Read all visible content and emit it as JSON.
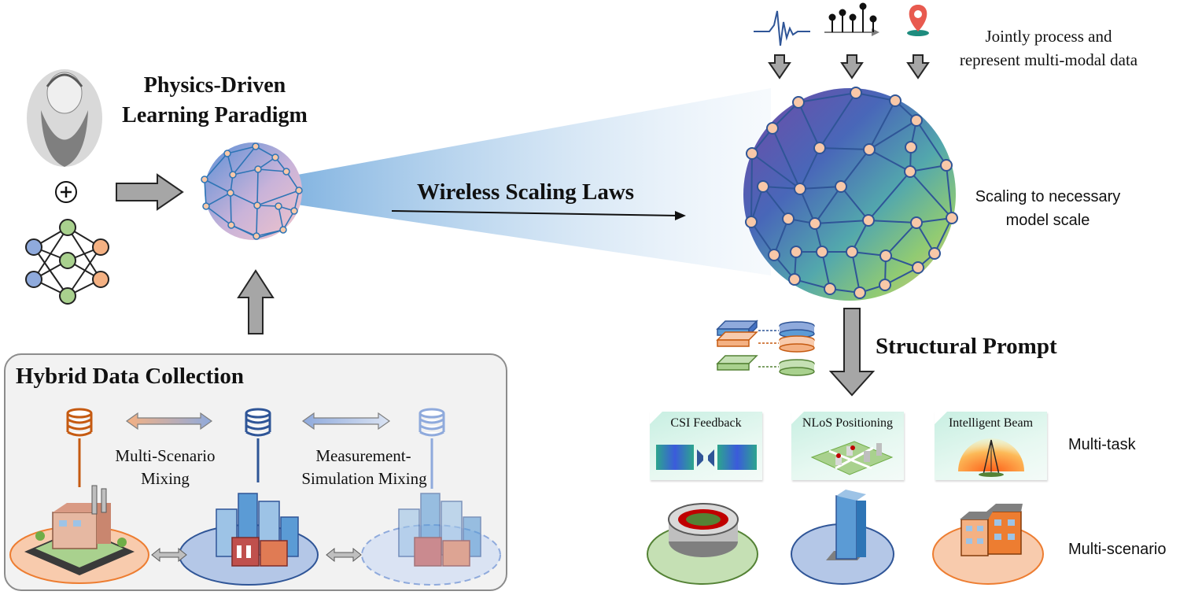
{
  "header": {
    "paradigm_title_line1": "Physics-Driven",
    "paradigm_title_line2": "Learning Paradigm",
    "scaling_laws": "Wireless Scaling Laws",
    "multimodal_line1": "Jointly process and",
    "multimodal_line2": "represent multi-modal data",
    "scaling_line1": "Scaling to necessary",
    "scaling_line2": "model scale",
    "structural_prompt": "Structural Prompt"
  },
  "hybrid": {
    "title": "Hybrid Data Collection",
    "mix1_line1": "Multi-Scenario",
    "mix1_line2": "Mixing",
    "mix2_line1": "Measurement-",
    "mix2_line2": "Simulation Mixing"
  },
  "tasks": [
    {
      "label": "CSI Feedback"
    },
    {
      "label": "NLoS Positioning"
    },
    {
      "label": "Intelligent Beam"
    }
  ],
  "row_labels": {
    "multi_task": "Multi-task",
    "multi_scenario": "Multi-scenario"
  },
  "colors": {
    "arrow_gray": "#a6a6a6",
    "node_fill": "#f8c8a8",
    "node_stroke": "#2e75b6",
    "db_orange": "#c55a11",
    "db_blue": "#2f5597",
    "db_light": "#8faadc",
    "scenario_orange": "#f8cbad",
    "scenario_blue": "#b4c7e7",
    "scenario_green": "#c5e0b4"
  }
}
